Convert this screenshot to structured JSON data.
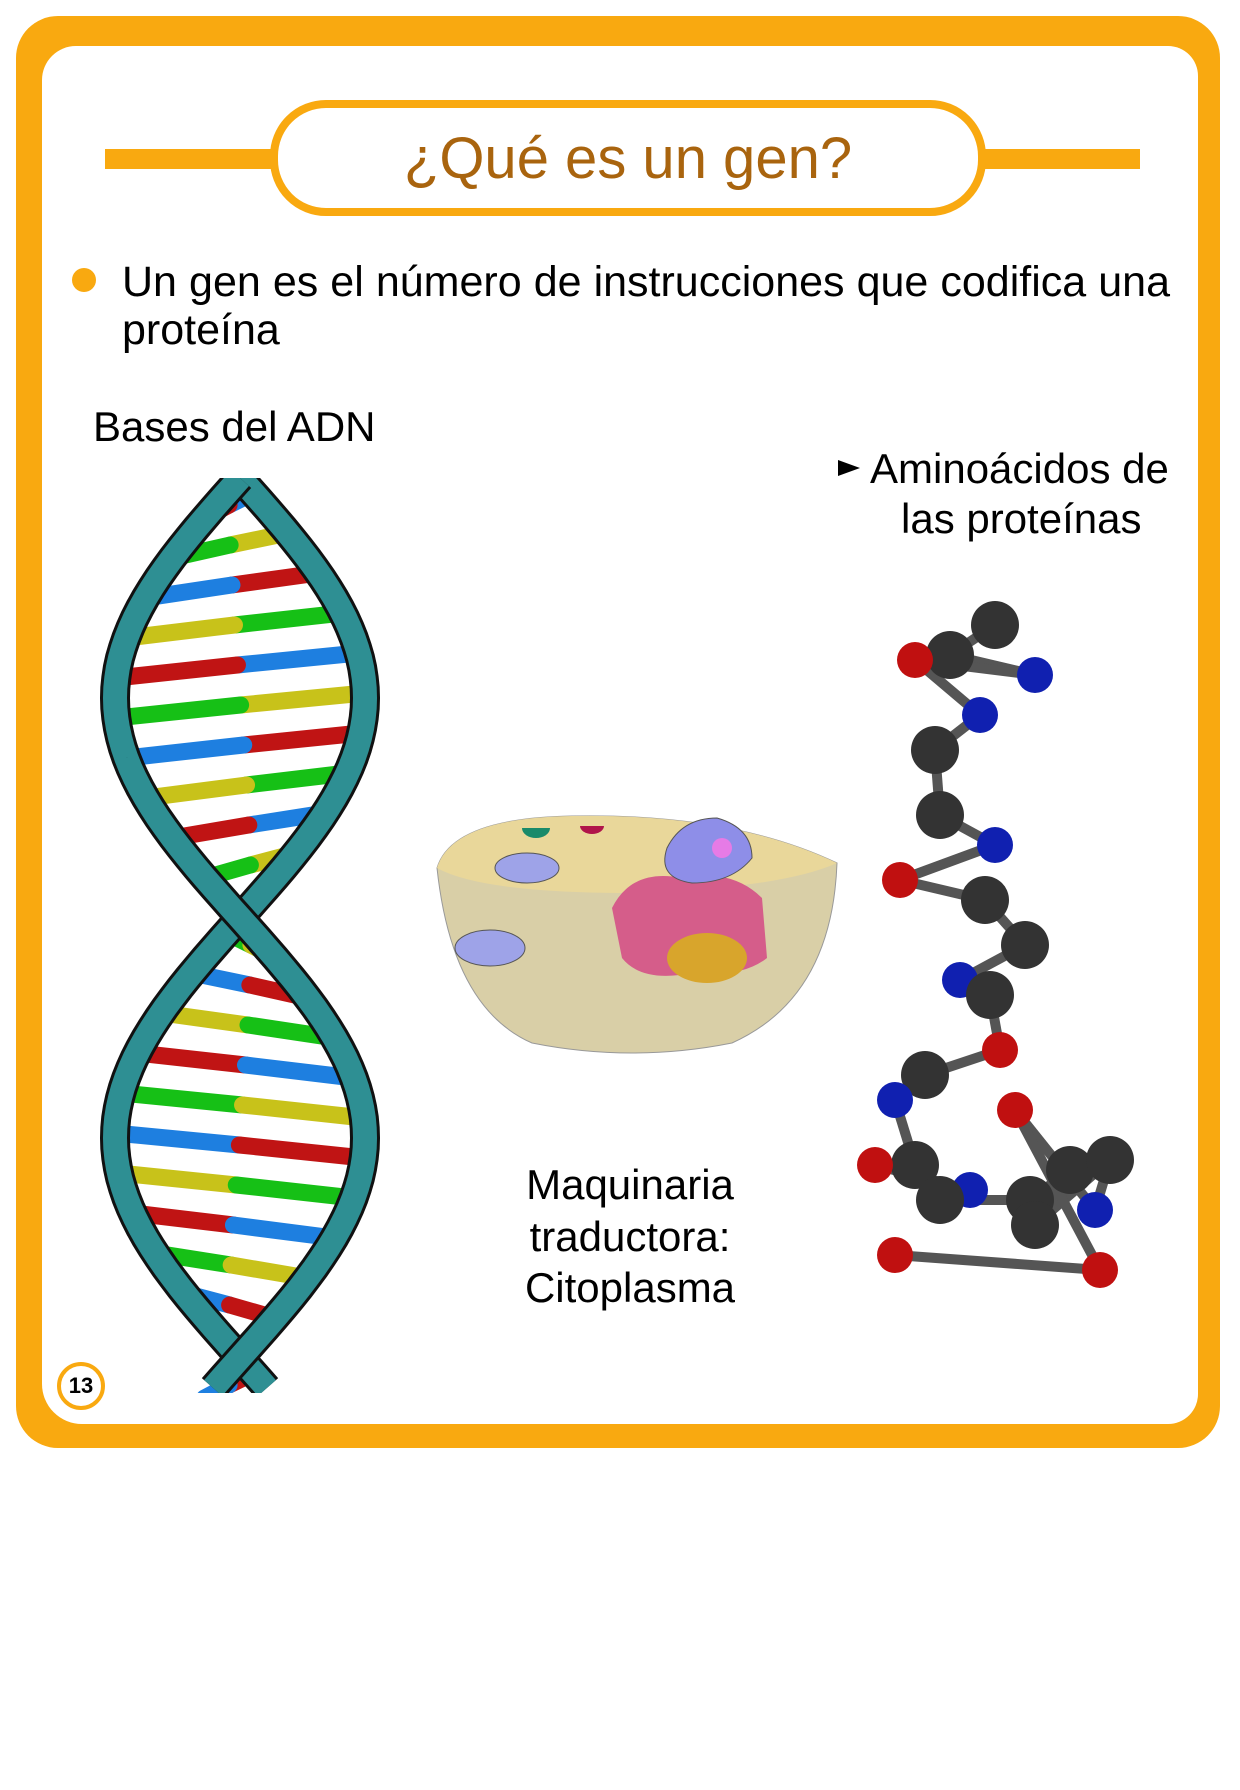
{
  "title": "¿Qué es un gen?",
  "bullet": "Un gen es el número de instrucciones que codifica una proteína",
  "labels": {
    "dna": "Bases del ADN",
    "amino_line1": "Aminoácidos de",
    "amino_line2": "las proteínas",
    "machinery_line1": "Maquinaria",
    "machinery_line2": "traductora:",
    "machinery_line3": "Citoplasma"
  },
  "page_number": "13",
  "colors": {
    "accent": "#f9a910",
    "title": "#a9640e",
    "ribbon": "#2e8f93"
  }
}
